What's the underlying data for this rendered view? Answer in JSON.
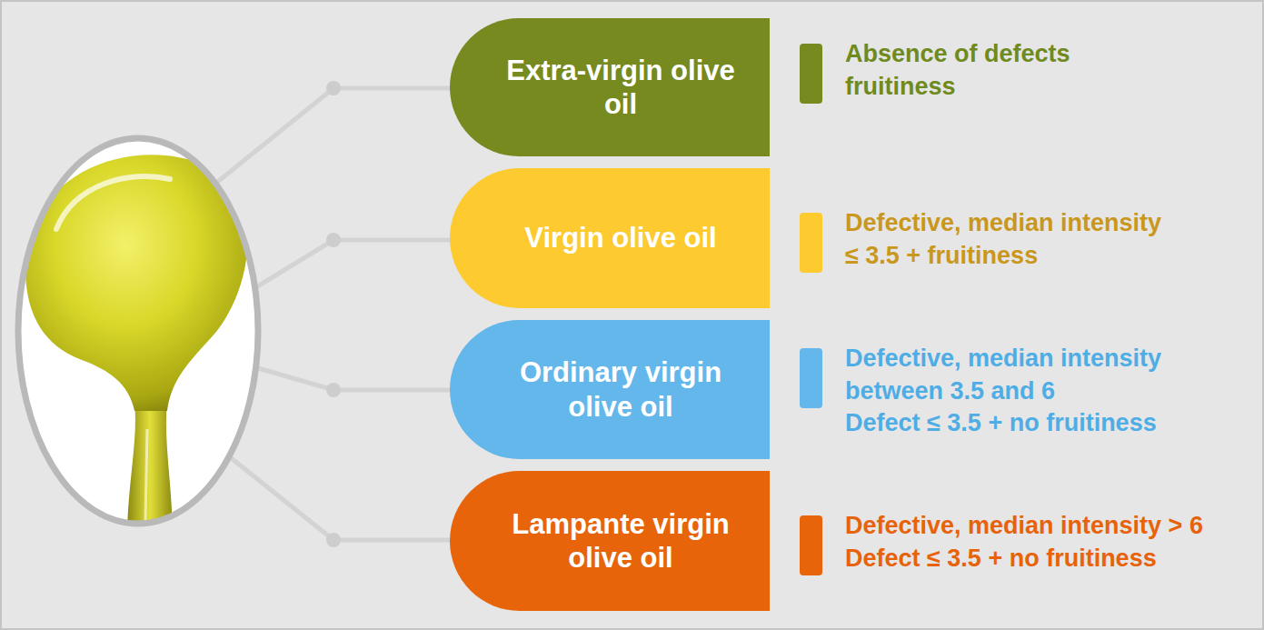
{
  "diagram": {
    "nodes": [
      {
        "text": [
          "Extra-virgin olive oil"
        ]
      },
      {
        "text": [
          "Virgin olive oil"
        ]
      },
      {
        "text": [
          "Ordinary virgin olive oil"
        ]
      },
      {
        "text": [
          "Lampante virgin olive oil"
        ]
      }
    ],
    "labels": [
      "Absence of defects fruitiness",
      "Defective, median intensity ≤ 3.5 + fruitiness",
      "Defective, median intensity between 3.5 and 6",
      "Defect ≤ 3.5 + no fruitiness",
      "Defective, median intensity > 6",
      "Defect ≤ 3.5 + no fruitiness"
    ]
  }
}
